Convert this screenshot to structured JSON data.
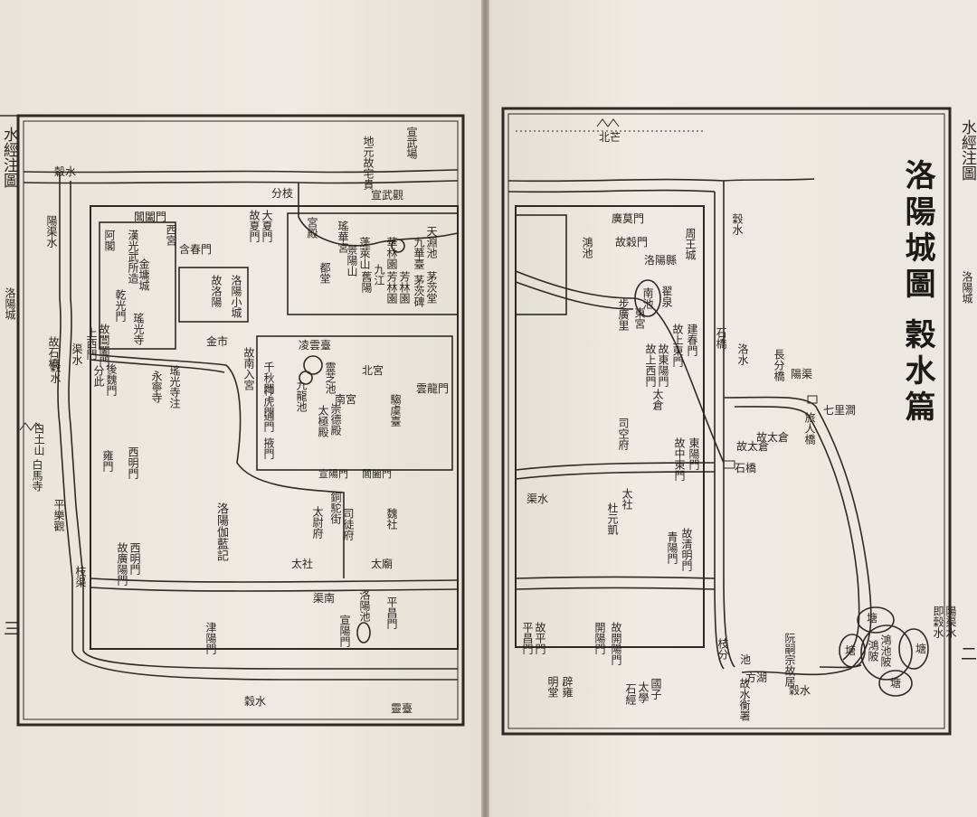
{
  "book": {
    "left_margin_title": "水經注圖",
    "left_margin_section": "洛陽城",
    "left_folio": "三",
    "right_margin_title": "水經注圖",
    "right_margin_section": "洛陽城",
    "right_folio": "二"
  },
  "map": {
    "title": "洛陽城圖",
    "subtitle": "穀水篇"
  },
  "labels": {
    "left": [
      {
        "id": "l01",
        "text": "宣武場"
      },
      {
        "id": "l02",
        "text": "地元故宅貴"
      },
      {
        "id": "l03",
        "text": "穀水"
      },
      {
        "id": "l04",
        "text": "陽渠水"
      },
      {
        "id": "l05",
        "text": "宣武觀"
      },
      {
        "id": "l06",
        "text": "分枝"
      },
      {
        "id": "l07",
        "text": "大夏門"
      },
      {
        "id": "l08",
        "text": "故夏門"
      },
      {
        "id": "l09",
        "text": "天淵池"
      },
      {
        "id": "l10",
        "text": "九華臺"
      },
      {
        "id": "l11",
        "text": "芳林園"
      },
      {
        "id": "l12",
        "text": "芳林園"
      },
      {
        "id": "l13",
        "text": "茅茨堂"
      },
      {
        "id": "l14",
        "text": "茅茨碑"
      },
      {
        "id": "l15",
        "text": "九江"
      },
      {
        "id": "l16",
        "text": "舊陽"
      },
      {
        "id": "l17",
        "text": "華林園"
      },
      {
        "id": "l18",
        "text": "蓬萊山"
      },
      {
        "id": "l19",
        "text": "景陽山"
      },
      {
        "id": "l20",
        "text": "都堂"
      },
      {
        "id": "l21",
        "text": "宮殿"
      },
      {
        "id": "l22",
        "text": "瑤華宮"
      },
      {
        "id": "l23",
        "text": "閶闔門"
      },
      {
        "id": "l24",
        "text": "含春門"
      },
      {
        "id": "l25",
        "text": "漢光武所造"
      },
      {
        "id": "l26",
        "text": "阿閣"
      },
      {
        "id": "l27",
        "text": "金墉城"
      },
      {
        "id": "l28",
        "text": "西宮"
      },
      {
        "id": "l29",
        "text": "乾光門"
      },
      {
        "id": "l30",
        "text": "洛陽小城"
      },
      {
        "id": "l31",
        "text": "故洛陽"
      },
      {
        "id": "l32",
        "text": "瑤光寺"
      },
      {
        "id": "l33",
        "text": "金市"
      },
      {
        "id": "l34",
        "text": "故閶闔門"
      },
      {
        "id": "l35",
        "text": "上西門"
      },
      {
        "id": "l36",
        "text": "故石橋"
      },
      {
        "id": "l37",
        "text": "渠水"
      },
      {
        "id": "l38",
        "text": "後魏門"
      },
      {
        "id": "l39",
        "text": "分此"
      },
      {
        "id": "l40",
        "text": "瑤光寺注"
      },
      {
        "id": "l41",
        "text": "永寧寺"
      },
      {
        "id": "l42",
        "text": "穀水"
      },
      {
        "id": "l43",
        "text": "故南入宮"
      },
      {
        "id": "l44",
        "text": "千秋門"
      },
      {
        "id": "l45",
        "text": "凌雲臺"
      },
      {
        "id": "l46",
        "text": "北宮"
      },
      {
        "id": "l47",
        "text": "靈芝池"
      },
      {
        "id": "l48",
        "text": "九龍池"
      },
      {
        "id": "l49",
        "text": "南宮"
      },
      {
        "id": "l50",
        "text": "雲龍門"
      },
      {
        "id": "l51",
        "text": "神虎門"
      },
      {
        "id": "l52",
        "text": "通門"
      },
      {
        "id": "l53",
        "text": "掖門"
      },
      {
        "id": "l54",
        "text": "崇德殿"
      },
      {
        "id": "l55",
        "text": "太極殿"
      },
      {
        "id": "l56",
        "text": "騶虞臺"
      },
      {
        "id": "l57",
        "text": "白土山"
      },
      {
        "id": "l58",
        "text": "白馬寺"
      },
      {
        "id": "l59",
        "text": "西明門"
      },
      {
        "id": "l60",
        "text": "雍門"
      },
      {
        "id": "l61",
        "text": "平樂觀"
      },
      {
        "id": "l62",
        "text": "洛陽伽藍記"
      },
      {
        "id": "l63",
        "text": "銅駝街"
      },
      {
        "id": "l64",
        "text": "太尉府"
      },
      {
        "id": "l65",
        "text": "司徒府"
      },
      {
        "id": "l66",
        "text": "魏社"
      },
      {
        "id": "l67",
        "text": "閶闔門"
      },
      {
        "id": "l68",
        "text": "宣陽門"
      },
      {
        "id": "l69",
        "text": "太社"
      },
      {
        "id": "l70",
        "text": "太廟"
      },
      {
        "id": "l71",
        "text": "渠南"
      },
      {
        "id": "l72",
        "text": "洛陽池"
      },
      {
        "id": "l73",
        "text": "宣陽門"
      },
      {
        "id": "l74",
        "text": "平昌門"
      },
      {
        "id": "l75",
        "text": "津陽門"
      },
      {
        "id": "l76",
        "text": "故廣陽門"
      },
      {
        "id": "l77",
        "text": "西明門"
      },
      {
        "id": "l78",
        "text": "枝渠"
      },
      {
        "id": "l79",
        "text": "穀水"
      },
      {
        "id": "l80",
        "text": "靈臺"
      }
    ],
    "right": [
      {
        "id": "r01",
        "text": "北芒"
      },
      {
        "id": "r02",
        "text": "廣莫門"
      },
      {
        "id": "r03",
        "text": "故穀門"
      },
      {
        "id": "r04",
        "text": "穀水"
      },
      {
        "id": "r05",
        "text": "周王城"
      },
      {
        "id": "r06",
        "text": "洛陽縣"
      },
      {
        "id": "r07",
        "text": "鴻池"
      },
      {
        "id": "r08",
        "text": "步廣里"
      },
      {
        "id": "r09",
        "text": "東宮"
      },
      {
        "id": "r10",
        "text": "太倉"
      },
      {
        "id": "r11",
        "text": "南池"
      },
      {
        "id": "r12",
        "text": "翟泉"
      },
      {
        "id": "r13",
        "text": "故上東門"
      },
      {
        "id": "r14",
        "text": "建春門"
      },
      {
        "id": "r15",
        "text": "故東陽門"
      },
      {
        "id": "r16",
        "text": "故上西門"
      },
      {
        "id": "r17",
        "text": "七里澗"
      },
      {
        "id": "r18",
        "text": "旅人橋"
      },
      {
        "id": "r19",
        "text": "陽渠"
      },
      {
        "id": "r20",
        "text": "石橋"
      },
      {
        "id": "r21",
        "text": "洛水"
      },
      {
        "id": "r22",
        "text": "司空府"
      },
      {
        "id": "r23",
        "text": "故太倉"
      },
      {
        "id": "r24",
        "text": "東陽門"
      },
      {
        "id": "r25",
        "text": "故中東門"
      },
      {
        "id": "r26",
        "text": "石橋"
      },
      {
        "id": "r27",
        "text": "渠水"
      },
      {
        "id": "r28",
        "text": "太社"
      },
      {
        "id": "r29",
        "text": "杜元凱"
      },
      {
        "id": "r30",
        "text": "故清明門"
      },
      {
        "id": "r31",
        "text": "青陽門"
      },
      {
        "id": "r32",
        "text": "平昌門"
      },
      {
        "id": "r33",
        "text": "故平門"
      },
      {
        "id": "r34",
        "text": "故開陽門"
      },
      {
        "id": "r35",
        "text": "開陽門"
      },
      {
        "id": "r36",
        "text": "枝分"
      },
      {
        "id": "r37",
        "text": "明堂"
      },
      {
        "id": "r38",
        "text": "辟雍"
      },
      {
        "id": "r39",
        "text": "太學"
      },
      {
        "id": "r40",
        "text": "石經"
      },
      {
        "id": "r41",
        "text": "國子"
      },
      {
        "id": "r42",
        "text": "故水衡署"
      },
      {
        "id": "r43",
        "text": "方湖"
      },
      {
        "id": "r44",
        "text": "池"
      },
      {
        "id": "r45",
        "text": "阮嗣宗故居"
      },
      {
        "id": "r46",
        "text": "穀水"
      },
      {
        "id": "r47",
        "text": "塘"
      },
      {
        "id": "r48",
        "text": "鴻池陂"
      },
      {
        "id": "r49",
        "text": "陽渠水"
      },
      {
        "id": "r50",
        "text": "即穀水"
      },
      {
        "id": "r51",
        "text": "故太倉"
      },
      {
        "id": "r52",
        "text": "長分橋"
      },
      {
        "id": "r53",
        "text": "鴻陂"
      },
      {
        "id": "r54",
        "text": "塘"
      },
      {
        "id": "r55",
        "text": "塘"
      },
      {
        "id": "r56",
        "text": "塘"
      }
    ]
  },
  "colors": {
    "paper": "#ece8de",
    "ink": "#2a2520",
    "gutter": "#8f887c"
  }
}
